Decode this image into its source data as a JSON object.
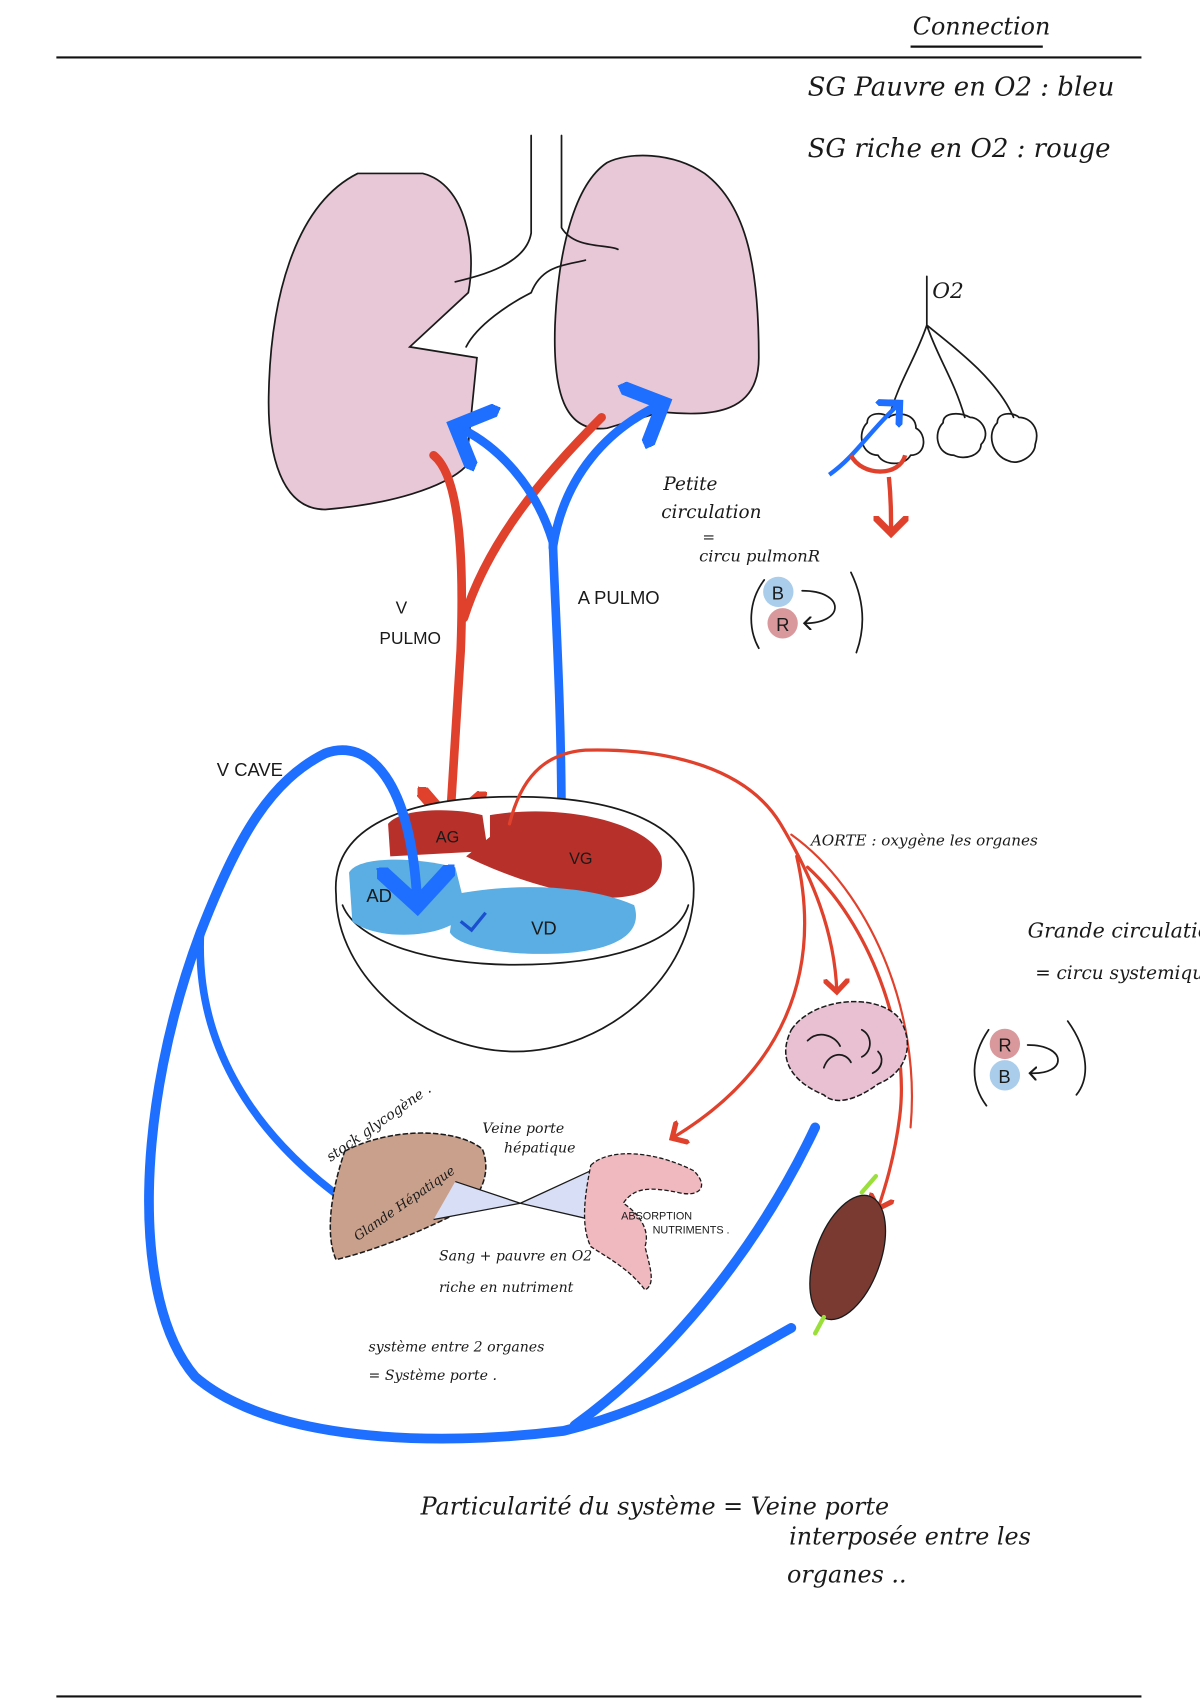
{
  "title": "Connection",
  "legend": {
    "poor": "SG Pauvre en O2 : bleu",
    "rich": "SG riche en O2 : rouge"
  },
  "labels": {
    "o2": "O2",
    "v_pulmo_1": "V",
    "v_pulmo_2": "PULMO",
    "a_pulmo": "A PULMO",
    "petite_1": "Petite",
    "petite_2": "circulation",
    "petite_3": "=",
    "petite_4": "circu pulmonR",
    "v_cave": "V CAVE",
    "ag": "AG",
    "vg": "VG",
    "ad": "AD",
    "vd": "VD",
    "aorte": "AORTE : oxygène les organes",
    "grande_1": "Grande circulation",
    "grande_2": "= circu systemique",
    "stock": "stock glycogène .",
    "glande": "Glande Hépatique",
    "veine_porte_1": "Veine porte",
    "veine_porte_2": "hépatique",
    "absorption_1": "ABSORPTION",
    "absorption_2": "NUTRIMENTS .",
    "sang_1": "Sang + pauvre en O2",
    "sang_2": "riche en nutriment",
    "systeme_1": "système entre 2 organes",
    "systeme_2": "= Système porte .",
    "particularite_1": "Particularité du système = Veine porte",
    "particularite_2": "interposée entre les",
    "particularite_3": "organes .."
  },
  "cycle_pulmonary": {
    "top": "B",
    "bottom": "R"
  },
  "cycle_systemic": {
    "top": "R",
    "bottom": "B"
  },
  "colors": {
    "blue": "#1e6fff",
    "red": "#e0412c",
    "lung": "#e8c8d6",
    "heart_red": "#b8302a",
    "heart_blue": "#5aaee3",
    "liver": "#c9a08c",
    "intestine": "#f0b8bf",
    "muscle": "#7a3a32"
  }
}
